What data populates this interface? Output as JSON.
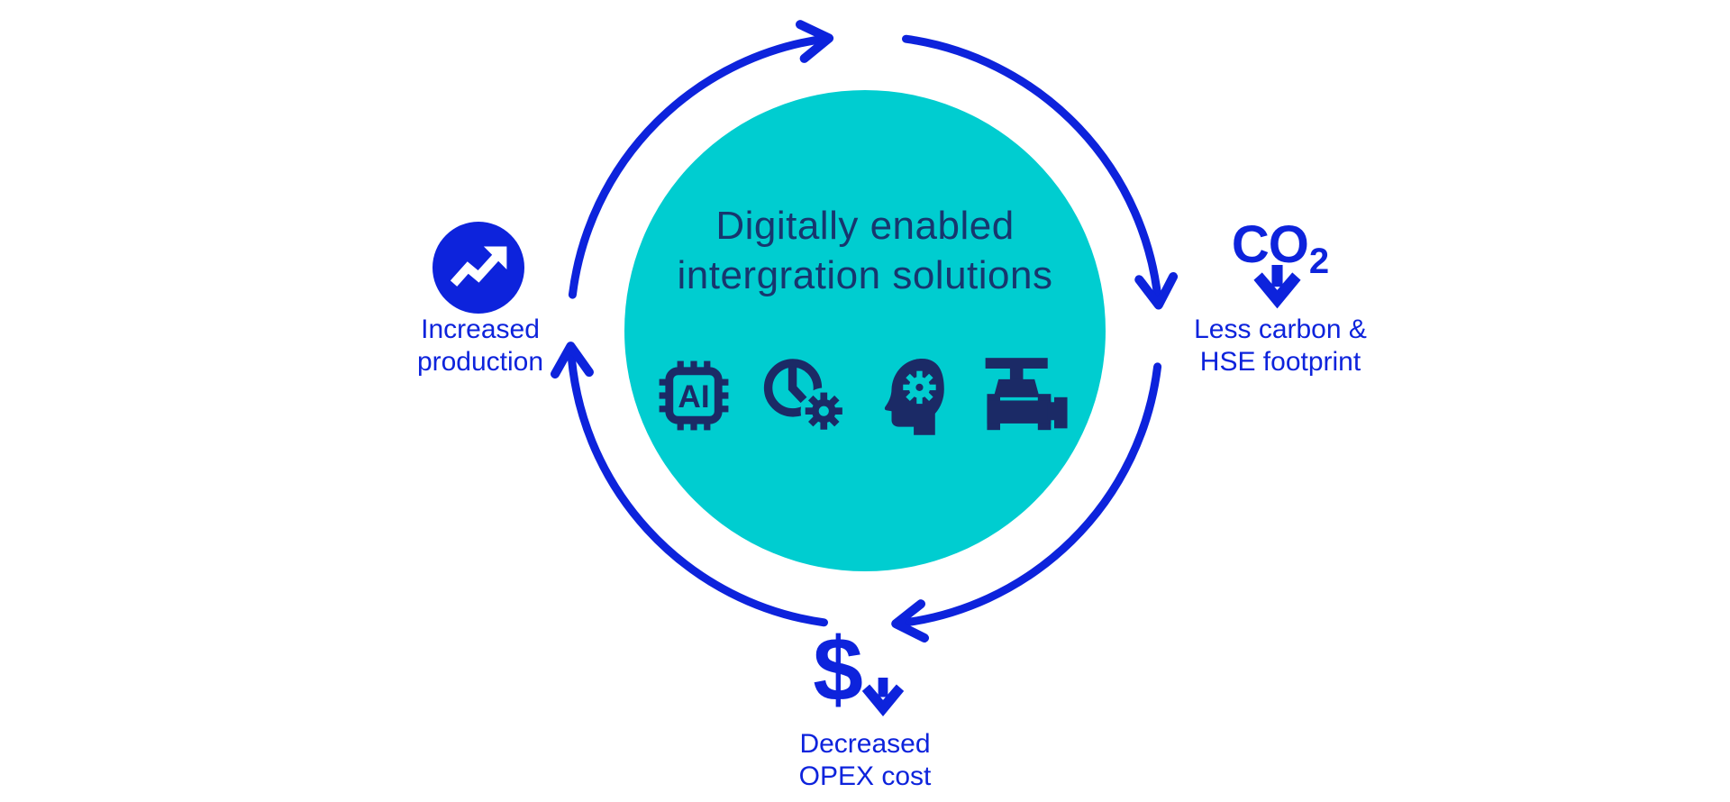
{
  "colors": {
    "teal": "#00cdd0",
    "blue": "#0d23dc",
    "navy": "#1b2a66",
    "title": "#17366e",
    "white": "#ffffff"
  },
  "center": {
    "title_line1": "Digitally enabled",
    "title_line2": "intergration solutions",
    "chip_label": "AI",
    "icons": [
      "ai-chip-icon",
      "clock-gear-icon",
      "head-gear-icon",
      "valve-icon"
    ]
  },
  "production": {
    "line1": "Increased",
    "line2": "production"
  },
  "carbon": {
    "symbol": "CO",
    "symbol_sub": "2",
    "line1": "Less carbon &",
    "line2": "HSE footprint"
  },
  "opex": {
    "symbol": "$",
    "line1": "Decreased",
    "line2": "OPEX cost"
  }
}
